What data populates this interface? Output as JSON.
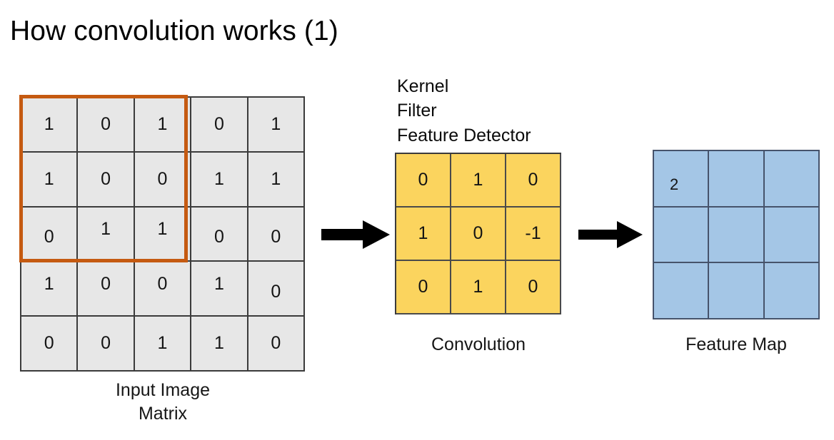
{
  "slide": {
    "title": "How convolution works (1)",
    "background_color": "#ffffff"
  },
  "colors": {
    "input_cell_fill": "#e7e7e7",
    "input_cell_border": "#3b3b3b",
    "selection_box": "#c55a11",
    "kernel_fill": "#fbd45e",
    "kernel_border": "#4a4a4a",
    "feature_fill": "#a4c6e6",
    "feature_border": "#46536b",
    "arrow": "#000000",
    "text": "#141414"
  },
  "input_matrix": {
    "caption": "Input Image\nMatrix",
    "rows": 5,
    "cols": 5,
    "values": [
      [
        "1",
        "0",
        "1",
        "0",
        "1"
      ],
      [
        "1",
        "0",
        "0",
        "1",
        "1"
      ],
      [
        "0",
        "1",
        "1",
        "0",
        "0"
      ],
      [
        "1",
        "0",
        "0",
        "1",
        "0"
      ],
      [
        "0",
        "0",
        "1",
        "1",
        "0"
      ]
    ],
    "selection": {
      "label": "receptive-field-window",
      "start_row": 0,
      "start_col": 0,
      "rows": 3,
      "cols": 3,
      "color": "#c55a11"
    }
  },
  "kernel": {
    "labels": [
      "Kernel",
      "Filter",
      "Feature Detector"
    ],
    "caption": "Convolution",
    "rows": 3,
    "cols": 3,
    "values": [
      [
        "0",
        "1",
        "0"
      ],
      [
        "1",
        "0",
        "-1"
      ],
      [
        "0",
        "1",
        "0"
      ]
    ]
  },
  "feature_map": {
    "caption": "Feature Map",
    "rows": 3,
    "cols": 3,
    "values": [
      [
        "2",
        "",
        ""
      ],
      [
        "",
        "",
        ""
      ],
      [
        "",
        "",
        ""
      ]
    ]
  },
  "arrows": [
    {
      "name": "arrow-input-to-kernel",
      "direction": "right"
    },
    {
      "name": "arrow-kernel-to-feature-map",
      "direction": "right"
    }
  ]
}
